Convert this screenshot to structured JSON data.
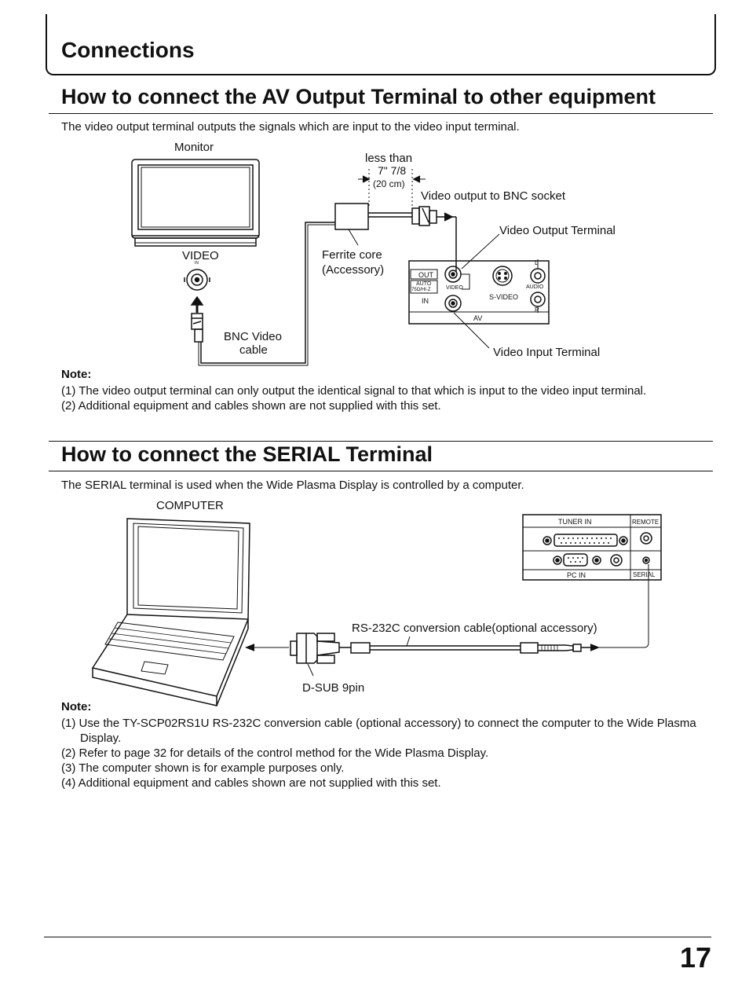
{
  "section": {
    "title": "Connections"
  },
  "av": {
    "heading": "How to connect the AV Output Terminal to other equipment",
    "intro": "The video output terminal outputs the signals which are input to the video input terminal.",
    "diagram": {
      "monitor": "Monitor",
      "video": "VIDEO",
      "in_mark": "IN",
      "bnc_cable_1": "BNC Video",
      "bnc_cable_2": "cable",
      "less_than": "less than",
      "length_in": "7\" 7/8",
      "length_cm": "(20 cm)",
      "bnc_socket": "Video output to BNC socket",
      "output_terminal": "Video Output Terminal",
      "ferrite_1": "Ferrite core",
      "ferrite_2": "(Accessory)",
      "input_terminal": "Video Input Terminal",
      "panel_out": "OUT",
      "panel_auto": "AUTO",
      "panel_75": "75Ω/HI-Z",
      "panel_in": "IN",
      "panel_video": "VIDEO",
      "panel_svideo": "S-VIDEO",
      "panel_audio": "AUDIO",
      "panel_l": "L",
      "panel_r": "R",
      "panel_av": "AV"
    },
    "note_title": "Note:",
    "notes": [
      "(1) The video output terminal can only output the identical signal to that which is input to the video input terminal.",
      "(2) Additional equipment and cables shown are not supplied with this set."
    ]
  },
  "serial": {
    "heading": "How to connect the SERIAL Terminal",
    "intro": "The SERIAL terminal is used when the Wide Plasma Display is controlled by a computer.",
    "diagram": {
      "computer": "COMPUTER",
      "cable": "RS-232C conversion cable(optional accessory)",
      "dsub": "D-SUB 9pin",
      "tuner_in": "TUNER IN",
      "pc_in": "PC IN",
      "remote": "REMOTE",
      "serial": "SERIAL"
    },
    "note_title": "Note:",
    "notes": [
      "(1) Use the TY-SCP02RS1U RS-232C conversion cable (optional accessory) to connect the computer to the Wide Plasma Display.",
      "(2) Refer to page 32 for details of the control method for the Wide Plasma Display.",
      "(3) The computer shown is for example purposes only.",
      "(4) Additional equipment and cables shown are not supplied with this set."
    ]
  },
  "page_number": "17"
}
